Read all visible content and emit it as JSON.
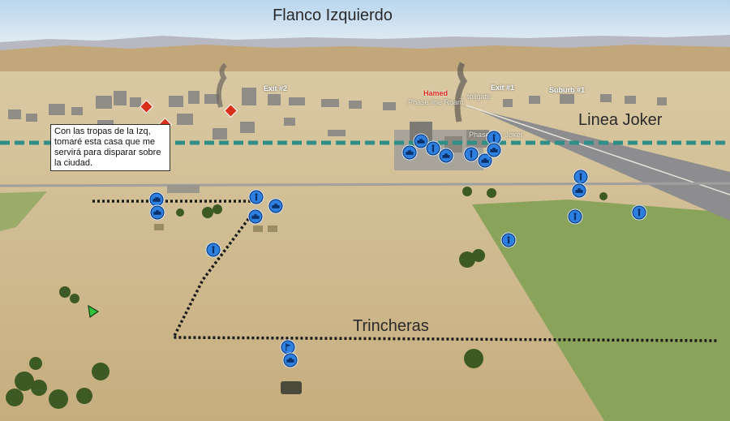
{
  "header": {
    "title": "Flanco Izquierdo"
  },
  "map_labels": {
    "linea_joker": "Linea Joker",
    "trincheras": "Trincheras",
    "exit2": "Exit #2",
    "exit1": "Exit #1",
    "suburb1": "Suburb #1",
    "hamed": "Hamed",
    "tollgate": "... tollgate",
    "phase_line_roam": "Phase line Roam",
    "phase_line_joker": "Phase line Joker"
  },
  "comment": {
    "text": "Con las tropas de la Izq, tomaré esta casa que me servirá para disparar sobre la ciudad."
  },
  "colors": {
    "sky": "#cfe2f3",
    "unit_blue": "#2d7fe0",
    "phase_line": "#2f8f86",
    "field_green": "#8aa35a",
    "sand": "#cdb991",
    "objective_red": "#d8301c"
  },
  "units": [
    {
      "type": "armor"
    },
    {
      "type": "armor"
    },
    {
      "type": "infantry"
    },
    {
      "type": "armor"
    },
    {
      "type": "infantry"
    },
    {
      "type": "armor"
    },
    {
      "type": "armor"
    },
    {
      "type": "armor"
    },
    {
      "type": "infantry"
    },
    {
      "type": "armor"
    },
    {
      "type": "infantry"
    },
    {
      "type": "armor"
    },
    {
      "type": "infantry"
    },
    {
      "type": "armor"
    },
    {
      "type": "infantry"
    },
    {
      "type": "infantry"
    },
    {
      "type": "infantry"
    },
    {
      "type": "hq"
    },
    {
      "type": "armor"
    }
  ],
  "icons": {
    "objective_markers": [
      "objective-marker-icon",
      "objective-marker-icon",
      "objective-marker-icon"
    ],
    "waypoint": "waypoint-icon"
  }
}
